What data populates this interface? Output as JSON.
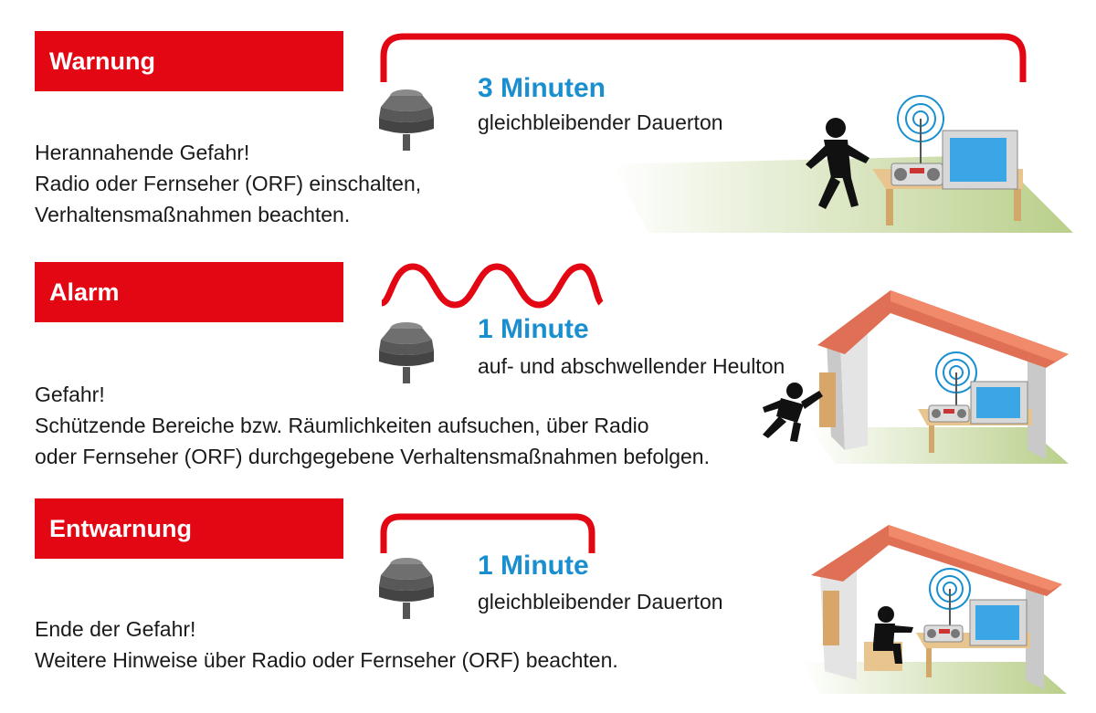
{
  "sections": [
    {
      "label": "Warnung",
      "duration": "3 Minuten",
      "tone": "gleichbleibender Dauerton",
      "lines": [
        "Herannahende Gefahr!",
        "Radio oder Fernseher (ORF) einschalten,",
        "Verhaltensmaßnahmen beachten."
      ]
    },
    {
      "label": "Alarm",
      "duration": "1 Minute",
      "tone": "auf- und abschwellender Heulton",
      "lines": [
        "Gefahr!",
        "Schützende Bereiche bzw. Räumlichkeiten aufsuchen, über Radio",
        "oder Fernseher (ORF) durchgegebene Verhaltensmaßnahmen befolgen."
      ]
    },
    {
      "label": "Entwarnung",
      "duration": "1 Minute",
      "tone": "gleichbleibender Dauerton",
      "lines": [
        "Ende der Gefahr!",
        "Weitere Hinweise über Radio oder Fernseher (ORF) beachten."
      ]
    }
  ],
  "colors": {
    "label_bg": "#e30613",
    "signal_line": "#e30613",
    "duration_text": "#1a8fd0"
  },
  "icons": [
    "siren-icon",
    "person-icon",
    "radio-icon",
    "tv-icon",
    "house-icon",
    "broadcast-icon"
  ]
}
